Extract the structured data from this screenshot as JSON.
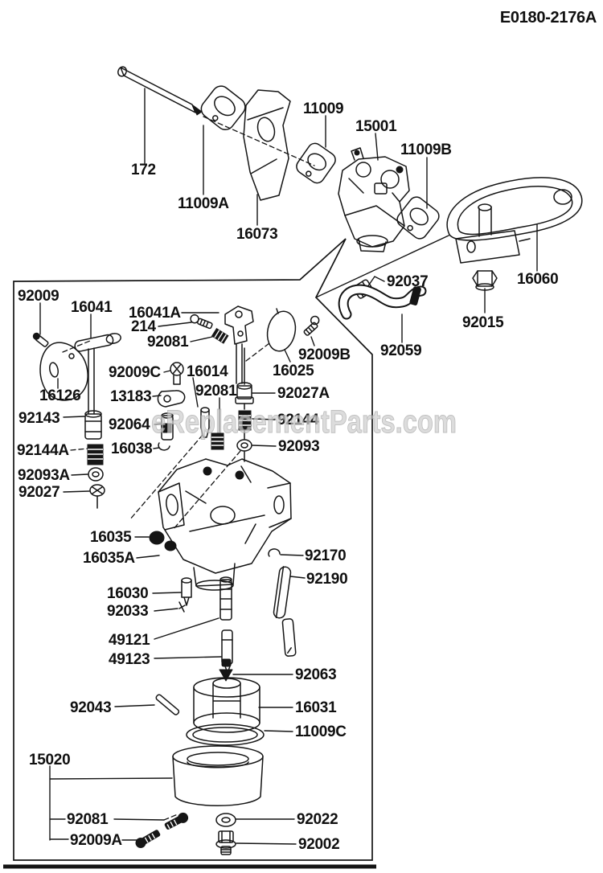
{
  "figure": {
    "code": "E0180-2176A",
    "watermark": "eReplacementParts.com"
  },
  "labels": {
    "p172": "172",
    "p11009a": "11009A",
    "p16073": "16073",
    "p11009": "11009",
    "p15001": "15001",
    "p11009b": "11009B",
    "p16060": "16060",
    "p92015": "92015",
    "p92037": "92037",
    "p92059": "92059",
    "p92009": "92009",
    "p16041": "16041",
    "p16041a": "16041A",
    "p214": "214",
    "p92081a": "92081",
    "p16126": "16126",
    "p92009c": "92009C",
    "p16014": "16014",
    "p13183": "13183",
    "p92081b": "92081",
    "p16025": "16025",
    "p92009b2": "92009B",
    "p92027a": "92027A",
    "p92144": "92144",
    "p92093": "92093",
    "p92143": "92143",
    "p92064": "92064",
    "p92144a": "92144A",
    "p16038": "16038",
    "p92093a": "92093A",
    "p92027": "92027",
    "p16035": "16035",
    "p16035a": "16035A",
    "p92170": "92170",
    "p92190": "92190",
    "p16030": "16030",
    "p92033": "92033",
    "p49121": "49121",
    "p49123": "49123",
    "p92063": "92063",
    "p92043": "92043",
    "p16031": "16031",
    "p11009c2": "11009C",
    "p15020": "15020",
    "p92081c": "92081",
    "p92009a2": "92009A",
    "p92022": "92022",
    "p92002": "92002"
  }
}
